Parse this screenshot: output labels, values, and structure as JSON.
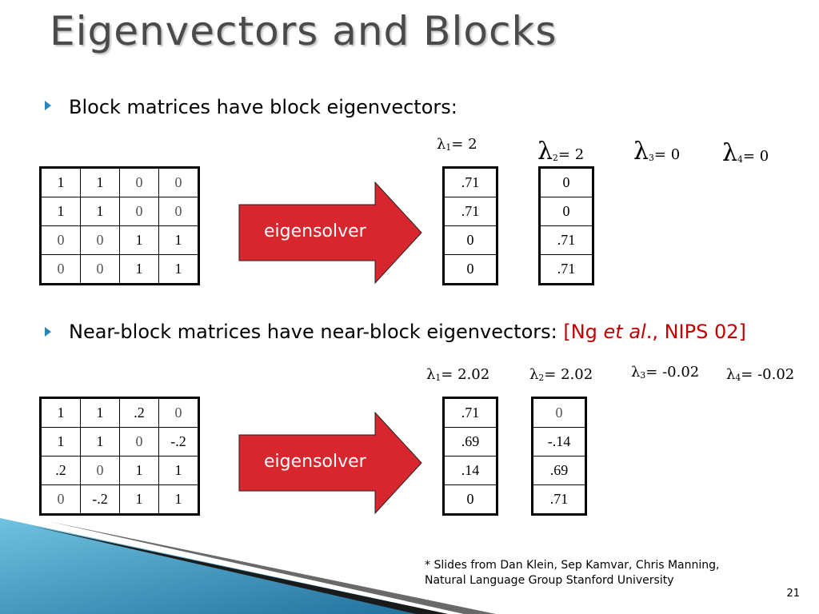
{
  "title": "Eigenvectors and Blocks",
  "bullet1": "Block matrices have block eigenvectors:",
  "bullet2": {
    "text": "Near-block matrices have near-block eigenvectors: ",
    "cite_open": "[Ng ",
    "cite_etal": "et al",
    "cite_close": "., NIPS 02]"
  },
  "arrow_label": "eigensolver",
  "colors": {
    "title": "#4a4a4a",
    "arrow": "#d7262e",
    "citation": "#c00000",
    "bullet": "#2a86b8"
  },
  "section1": {
    "lambdas": [
      {
        "sym": "λ",
        "sub": "1",
        "val": "= 2"
      },
      {
        "sym": "λ",
        "sub": "2",
        "val": "= 2"
      },
      {
        "sym": "λ",
        "sub": "3",
        "val": "= 0"
      },
      {
        "sym": "λ",
        "sub": "4",
        "val": "= 0"
      }
    ],
    "matrix": [
      [
        "1",
        "1",
        "0",
        "0"
      ],
      [
        "1",
        "1",
        "0",
        "0"
      ],
      [
        "0",
        "0",
        "1",
        "1"
      ],
      [
        "0",
        "0",
        "1",
        "1"
      ]
    ],
    "vec1": [
      ".71",
      ".71",
      "0",
      "0"
    ],
    "vec2": [
      "0",
      "0",
      ".71",
      ".71"
    ]
  },
  "section2": {
    "lambdas": [
      {
        "sym": "λ",
        "sub": "1",
        "val": "= 2.02"
      },
      {
        "sym": "λ",
        "sub": "2",
        "val": "= 2.02"
      },
      {
        "sym": "λ",
        "sub": "3",
        "val": "= -0.02"
      },
      {
        "sym": "λ",
        "sub": "4",
        "val": "= -0.02"
      }
    ],
    "matrix": [
      [
        "1",
        "1",
        ".2",
        "0"
      ],
      [
        "1",
        "1",
        "0",
        "-.2"
      ],
      [
        ".2",
        "0",
        "1",
        "1"
      ],
      [
        "0",
        "-.2",
        "1",
        "1"
      ]
    ],
    "vec1": [
      ".71",
      ".69",
      ".14",
      "0"
    ],
    "vec2": [
      "0",
      "-.14",
      ".69",
      ".71"
    ]
  },
  "footnote_line1": "* Slides from Dan Klein, Sep Kamvar, Chris Manning,",
  "footnote_line2": "Natural Language Group Stanford University",
  "page_number": "21"
}
